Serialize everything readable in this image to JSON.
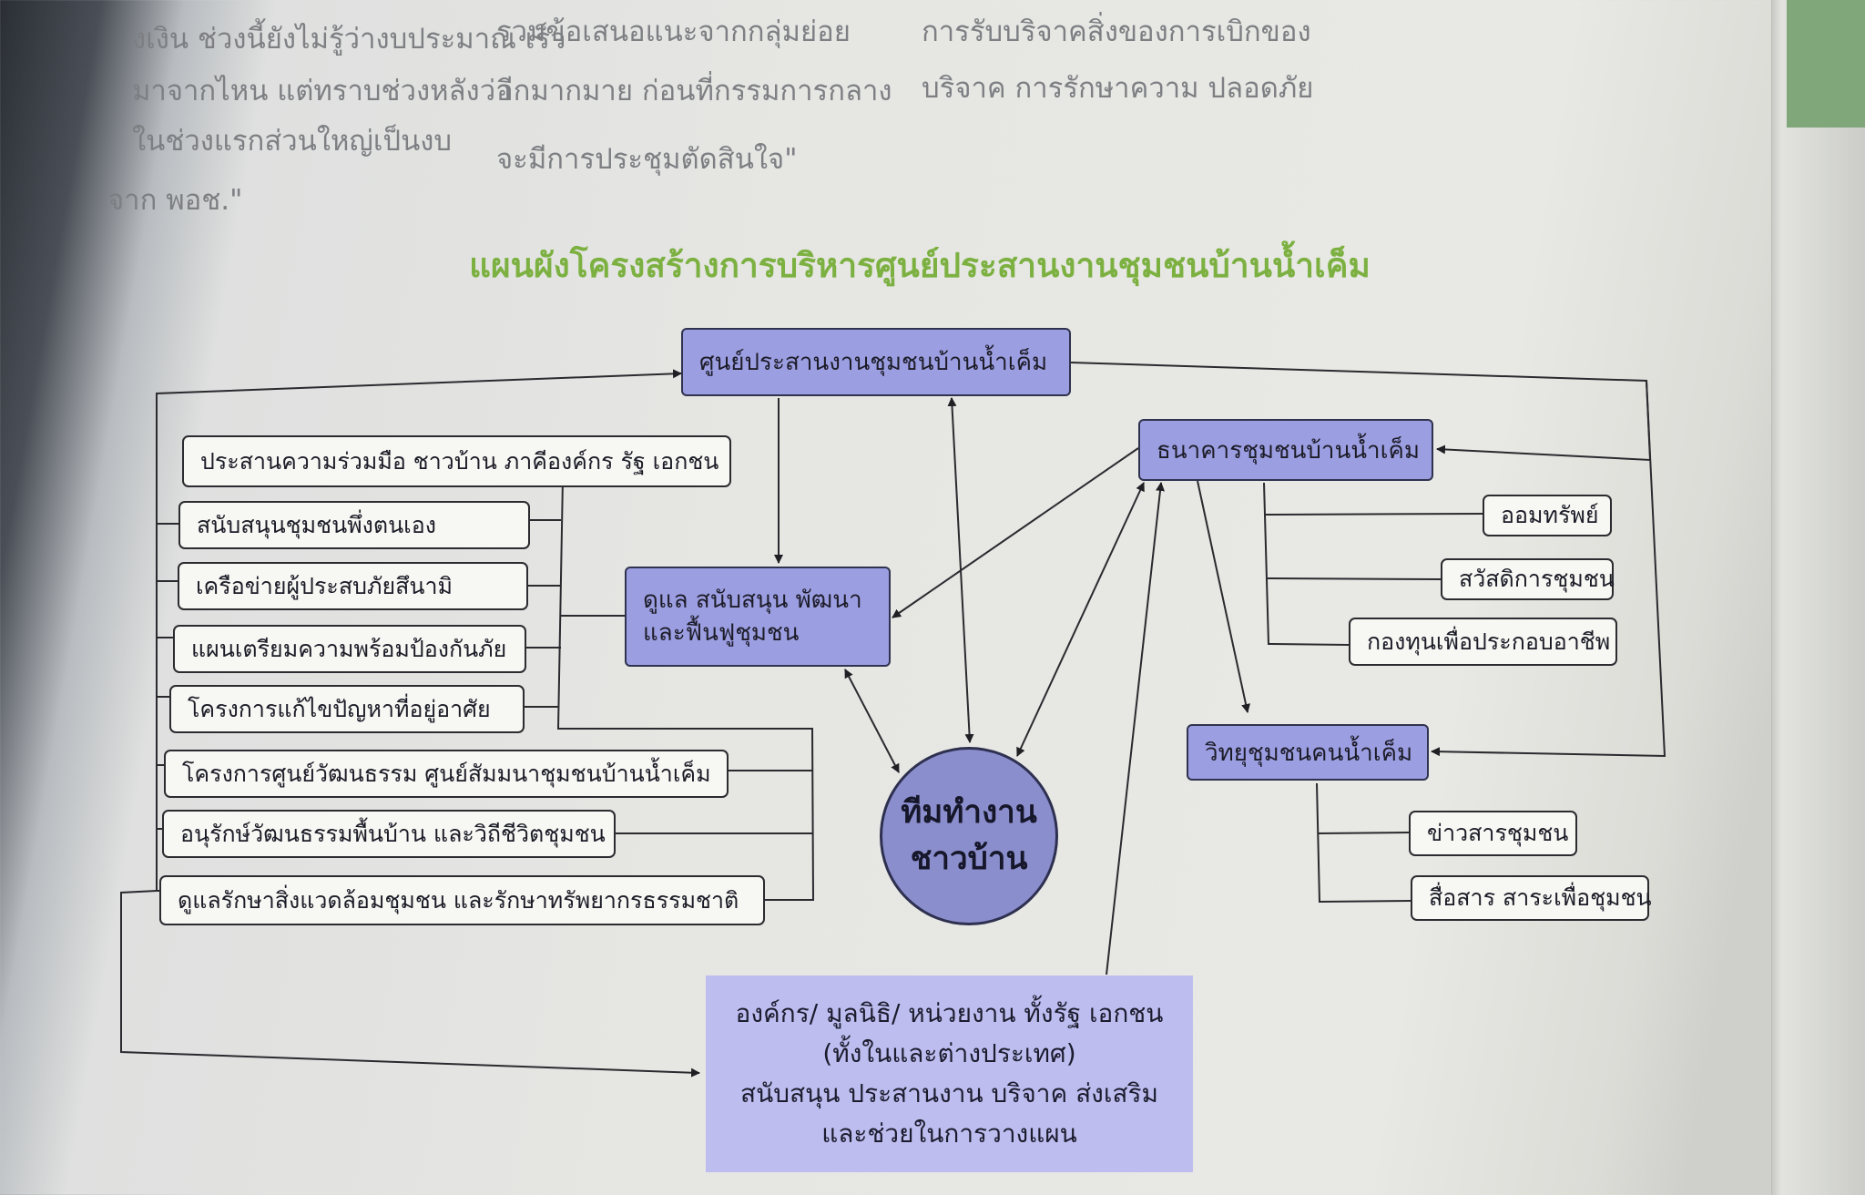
{
  "intro_text": {
    "col1": [
      "งเงิน ช่วงนี้ยังไม่รู้ว่างบประมาณ เร็ว",
      "มาจากไหน แต่ทราบช่วงหลังว่า",
      "ในช่วงแรกส่วนใหญ่เป็นงบ",
      "จาก พอช.\""
    ],
    "col2": [
      "รวมข้อเสนอแนะจากกลุ่มย่อย",
      "อีกมากมาย ก่อนที่กรรมการกลาง",
      "จะมีการประชุมตัดสินใจ\""
    ],
    "col3": [
      "การรับบริจาคสิ่งของการเบิกของ",
      "บริจาค การรักษาความ ปลอดภัย"
    ]
  },
  "diagram": {
    "title": "แผนผังโครงสร้างการบริหารศูนย์ประสานงานชุมชนบ้านน้ำเค็ม",
    "top_center": "ศูนย์ประสานงานชุมชนบ้านน้ำเค็ม",
    "care_box": [
      "ดูแล สนับสนุน พัฒนา",
      "และฟื้นฟูชุมชน"
    ],
    "bank": "ธนาคารชุมชนบ้านน้ำเค็ม",
    "bank_items": [
      "ออมทรัพย์",
      "สวัสดิการชุมชน",
      "กองทุนเพื่อประกอบอาชีพ"
    ],
    "radio": "วิทยุชุมชนคนน้ำเค็ม",
    "radio_items": [
      "ข่าวสารชุมชน",
      "สื่อสาร สาระเพื่อชุมชน"
    ],
    "left_items": [
      "ประสานความร่วมมือ ชาวบ้าน ภาคีองค์กร รัฐ เอกชน",
      "สนับสนุนชุมชนพึ่งตนเอง",
      "เครือข่ายผู้ประสบภัยสึนามิ",
      "แผนเตรียมความพร้อมป้องกันภัย",
      "โครงการแก้ไขปัญหาที่อยู่อาศัย",
      "โครงการศูนย์วัฒนธรรม ศูนย์สัมมนาชุมชนบ้านน้ำเค็ม",
      "อนุรักษ์วัฒนธรรมพื้นบ้าน และวิถีชีวิตชุมชน",
      "ดูแลรักษาสิ่งแวดล้อมชุมชน และรักษาทรัพยากรธรรมชาติ"
    ],
    "center": [
      "ทีมทำงาน",
      "ชาวบ้าน"
    ],
    "org_box": [
      "องค์กร/ มูลนิธิ/ หน่วยงาน ทั้งรัฐ เอกชน",
      "(ทั้งในและต่างประเทศ)",
      "สนับสนุน ประสานงาน บริจาค ส่งเสริม",
      "และช่วยในการวางแผน"
    ]
  },
  "colors": {
    "title_green": "#7cb142",
    "main_box": "#9c9ee2",
    "center_circle": "#8b8ecd",
    "org_box": "#bdbdf0",
    "sub_box": "#f7f7f3"
  }
}
